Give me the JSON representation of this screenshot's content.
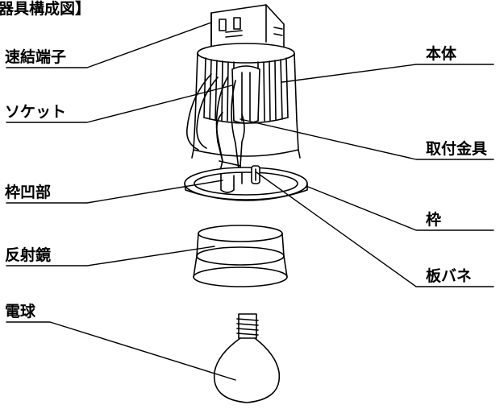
{
  "title": "器具構成図】",
  "labels": {
    "sokketsu_tanshi": "速結端子",
    "socket": "ソケット",
    "waku_oubu": "枠凹部",
    "hanshakyo": "反射鏡",
    "denkyu": "電球",
    "hontai": "本体",
    "toritsuke_kanagu": "取付金具",
    "waku": "枠",
    "ita_bane": "板バネ"
  },
  "colors": {
    "ink": "#000000",
    "fill": "#ffffff"
  }
}
